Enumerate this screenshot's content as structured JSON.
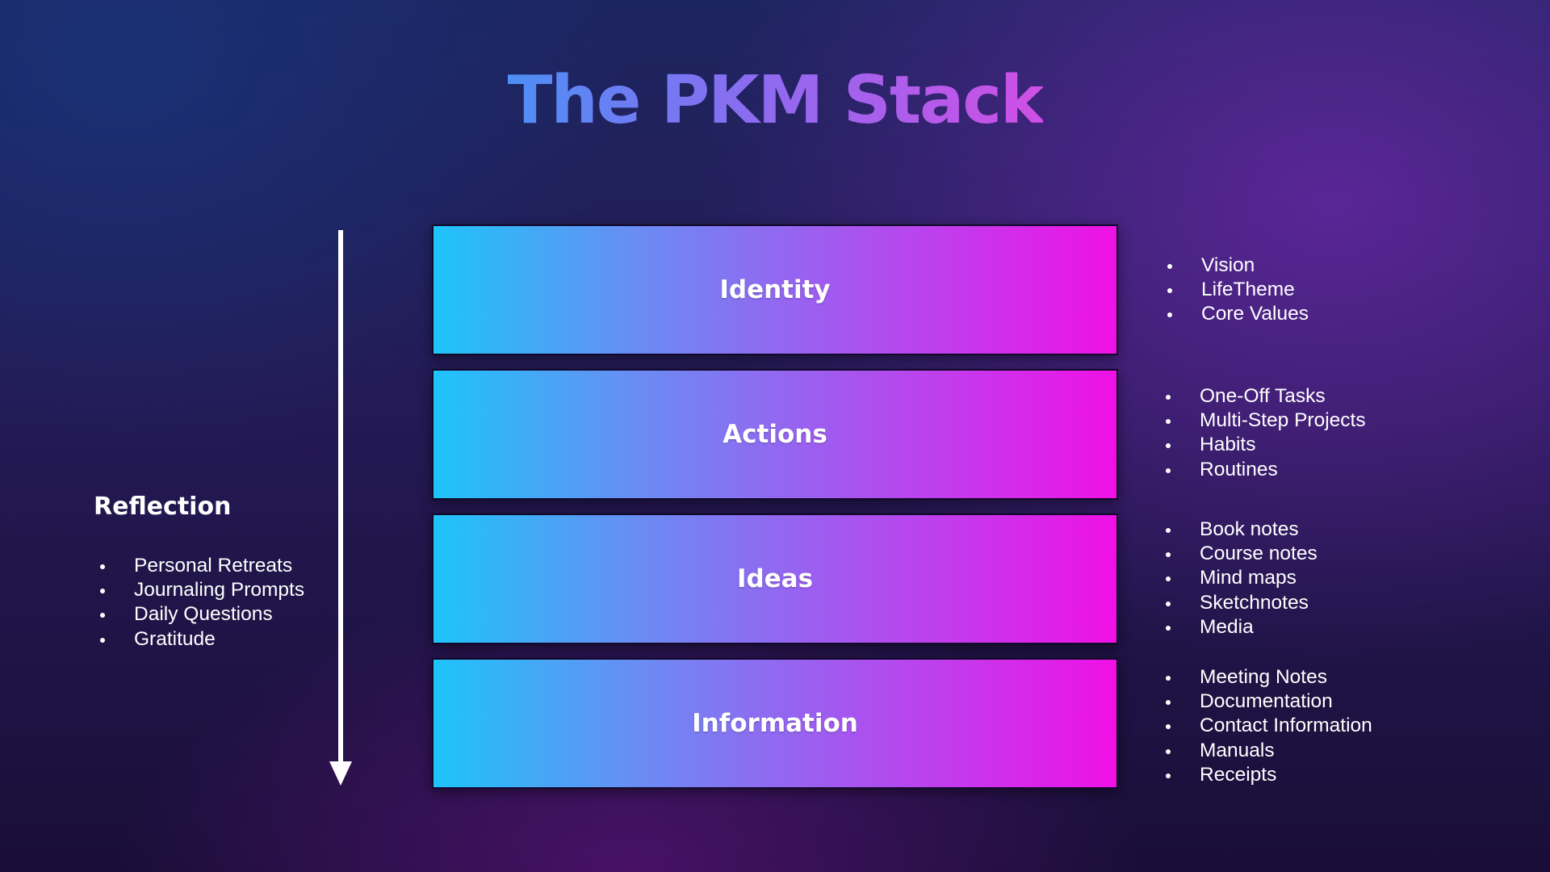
{
  "title": "The PKM Stack",
  "layers": [
    {
      "label": "Identity",
      "items": [
        "Vision",
        "LifeTheme",
        "Core Values"
      ]
    },
    {
      "label": "Actions",
      "items": [
        "One-Off Tasks",
        "Multi-Step Projects",
        "Habits",
        "Routines"
      ]
    },
    {
      "label": "Ideas",
      "items": [
        "Book notes",
        "Course notes",
        "Mind maps",
        "Sketchnotes",
        "Media"
      ]
    },
    {
      "label": "Information",
      "items": [
        "Meeting Notes",
        "Documentation",
        "Contact Information",
        "Manuals",
        "Receipts"
      ]
    }
  ],
  "reflection": {
    "heading": "Reflection",
    "items": [
      "Personal Retreats",
      "Journaling Prompts",
      "Daily Questions",
      "Gratitude"
    ]
  },
  "colors": {
    "layer_gradient_start": "#1ec4fa",
    "layer_gradient_end": "#f010e6",
    "title_gradient_start": "#4d8ff5",
    "title_gradient_end": "#d04fe6",
    "text": "#ffffff"
  }
}
